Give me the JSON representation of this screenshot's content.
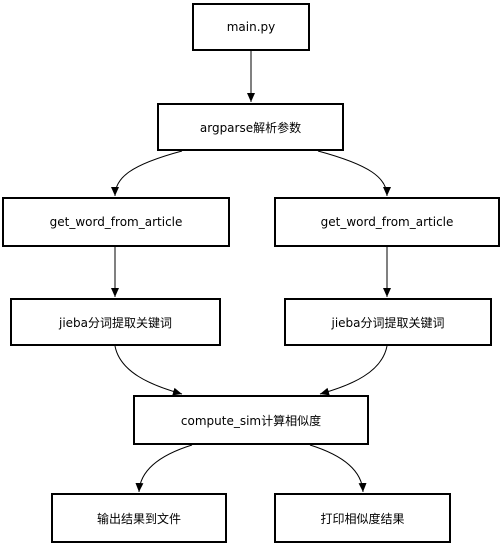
{
  "diagram": {
    "nodes": {
      "main": {
        "label": "main.py"
      },
      "argparse": {
        "label": "argparse解析参数"
      },
      "get_word_left": {
        "label": "get_word_from_article"
      },
      "get_word_right": {
        "label": "get_word_from_article"
      },
      "jieba_left": {
        "label": "jieba分词提取关键词"
      },
      "jieba_right": {
        "label": "jieba分词提取关键词"
      },
      "compute_sim": {
        "label": "compute_sim计算相似度"
      },
      "output_file": {
        "label": "输出结果到文件"
      },
      "print_result": {
        "label": "打印相似度结果"
      }
    },
    "edges": [
      {
        "from": "main",
        "to": "argparse"
      },
      {
        "from": "argparse",
        "to": "get_word_left"
      },
      {
        "from": "argparse",
        "to": "get_word_right"
      },
      {
        "from": "get_word_left",
        "to": "jieba_left"
      },
      {
        "from": "get_word_right",
        "to": "jieba_right"
      },
      {
        "from": "jieba_left",
        "to": "compute_sim"
      },
      {
        "from": "jieba_right",
        "to": "compute_sim"
      },
      {
        "from": "compute_sim",
        "to": "output_file"
      },
      {
        "from": "compute_sim",
        "to": "print_result"
      }
    ],
    "colors": {
      "stroke": "#000000",
      "fill": "#ffffff",
      "text": "#000000"
    }
  }
}
